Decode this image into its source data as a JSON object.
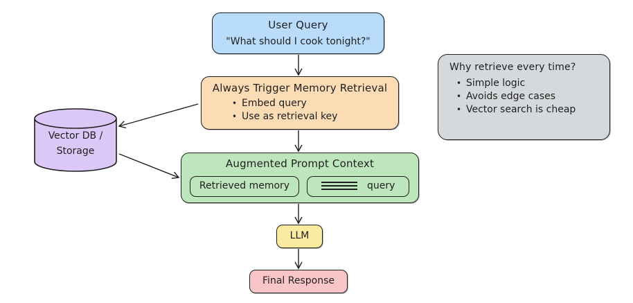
{
  "diagram": {
    "user_query": {
      "title": "User Query",
      "subtitle": "\"What should I cook tonight?\"",
      "color": "#b9dcfb"
    },
    "memory_retrieval": {
      "title": "Always Trigger Memory Retrieval",
      "bullets": [
        "Embed query",
        "Use as retrieval key"
      ],
      "color": "#fbdcb4"
    },
    "vector_db": {
      "label_line1": "Vector DB /",
      "label_line2": "Storage",
      "color": "#dcc8f7"
    },
    "augmented_context": {
      "title": "Augmented Prompt Context",
      "retrieved_label": "Retrieved memory",
      "query_label": "query",
      "query_icon": "text-lines-icon",
      "color": "#bde6bd"
    },
    "llm": {
      "label": "LLM",
      "color": "#faeba0"
    },
    "final_response": {
      "label": "Final Response",
      "color": "#f9c5c8"
    },
    "why_note": {
      "title": "Why retrieve every time?",
      "bullets": [
        "Simple logic",
        "Avoids edge cases",
        "Vector search is cheap"
      ],
      "color": "#d6d9dc"
    },
    "edges": [
      {
        "from": "user_query",
        "to": "memory_retrieval"
      },
      {
        "from": "memory_retrieval",
        "to": "vector_db"
      },
      {
        "from": "memory_retrieval",
        "to": "augmented_context"
      },
      {
        "from": "vector_db",
        "to": "augmented_context"
      },
      {
        "from": "augmented_context",
        "to": "llm"
      },
      {
        "from": "llm",
        "to": "final_response"
      }
    ]
  }
}
